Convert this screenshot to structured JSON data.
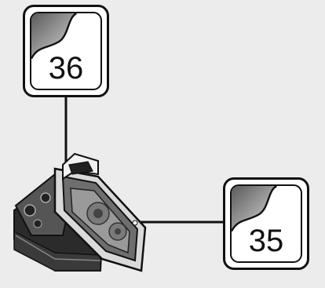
{
  "callouts": [
    {
      "step": "36"
    },
    {
      "step": "35"
    }
  ],
  "icons": {
    "page_curl": "page-curl-icon",
    "part": "lego-sloped-panel-with-window-assembly"
  },
  "colors": {
    "background": "#ececec",
    "outline": "#111111",
    "part_dark": "#2b2b2b",
    "part_mid": "#6e6e6e",
    "part_light": "#d9d9d9",
    "glass": "#9a9a9a"
  }
}
